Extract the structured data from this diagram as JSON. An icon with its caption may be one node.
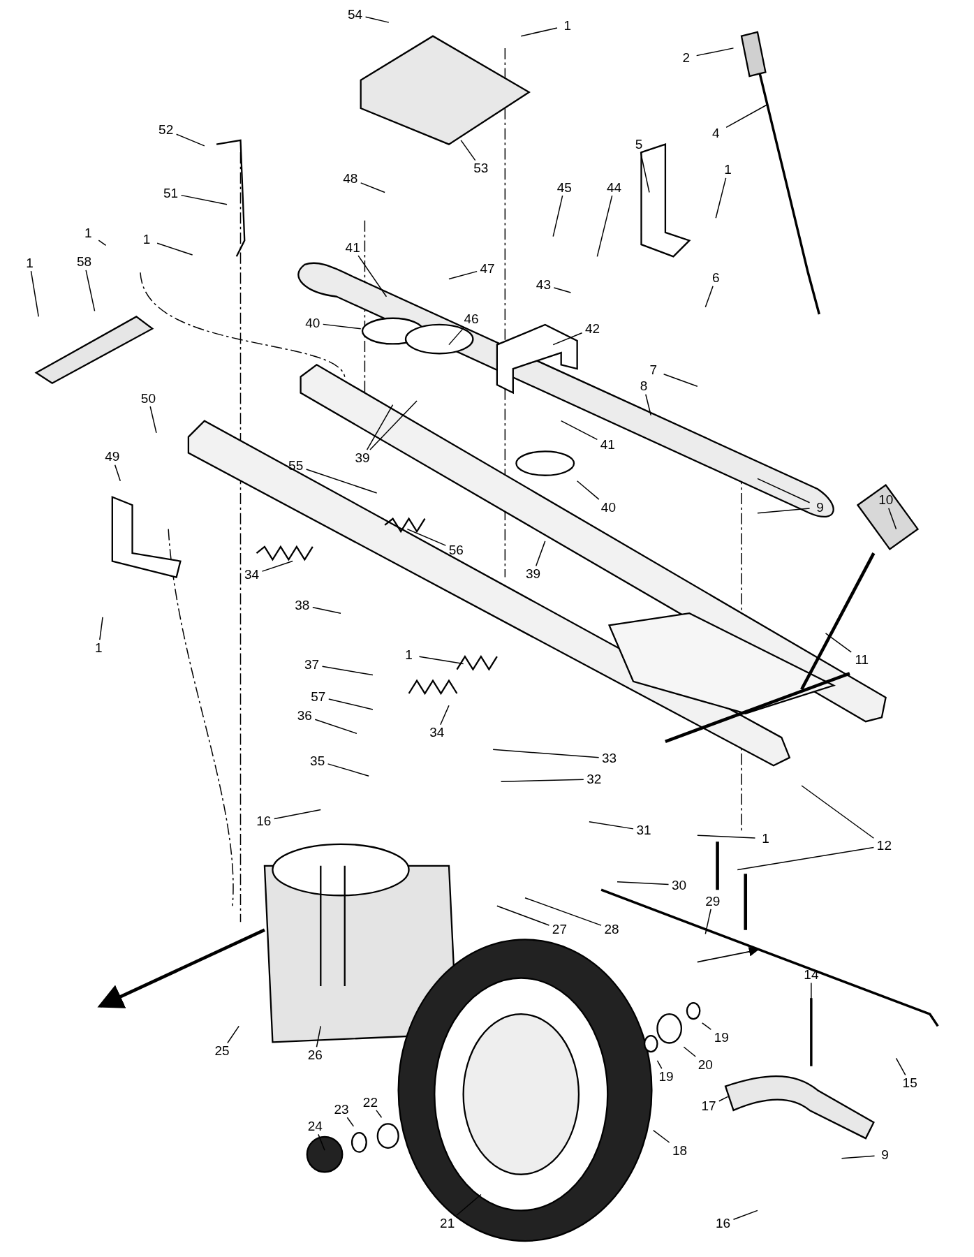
{
  "diagram": {
    "nodes": [
      {
        "text": [
          "54"
        ]
      },
      {
        "text": [
          "1"
        ]
      },
      {
        "text": [
          "2"
        ]
      },
      {
        "text": [
          "4"
        ]
      },
      {
        "text": [
          "52"
        ]
      },
      {
        "text": [
          "53"
        ]
      },
      {
        "text": [
          "5"
        ]
      },
      {
        "text": [
          "1"
        ]
      },
      {
        "text": [
          "48"
        ]
      },
      {
        "text": [
          "45"
        ]
      },
      {
        "text": [
          "44"
        ]
      },
      {
        "text": [
          "51"
        ]
      },
      {
        "text": [
          "1"
        ]
      },
      {
        "text": [
          "1"
        ]
      },
      {
        "text": [
          "1"
        ]
      },
      {
        "text": [
          "58"
        ]
      },
      {
        "text": [
          "41"
        ]
      },
      {
        "text": [
          "47"
        ]
      },
      {
        "text": [
          "43"
        ]
      },
      {
        "text": [
          "6"
        ]
      },
      {
        "text": [
          "42"
        ]
      },
      {
        "text": [
          "40"
        ]
      },
      {
        "text": [
          "46"
        ]
      },
      {
        "text": [
          "7"
        ]
      },
      {
        "text": [
          "8"
        ]
      },
      {
        "text": [
          "50"
        ]
      },
      {
        "text": [
          "49"
        ]
      },
      {
        "text": [
          "41"
        ]
      },
      {
        "text": [
          "39"
        ]
      },
      {
        "text": [
          "9"
        ]
      },
      {
        "text": [
          "10"
        ]
      },
      {
        "text": [
          "55"
        ]
      },
      {
        "text": [
          "40"
        ]
      },
      {
        "text": [
          "56"
        ]
      },
      {
        "text": [
          "39"
        ]
      },
      {
        "text": [
          "34"
        ]
      },
      {
        "text": [
          "38"
        ]
      },
      {
        "text": [
          "11"
        ]
      },
      {
        "text": [
          "1"
        ]
      },
      {
        "text": [
          "1"
        ]
      },
      {
        "text": [
          "37"
        ]
      },
      {
        "text": [
          "57"
        ]
      },
      {
        "text": [
          "36"
        ]
      },
      {
        "text": [
          "34"
        ]
      },
      {
        "text": [
          "33"
        ]
      },
      {
        "text": [
          "35"
        ]
      },
      {
        "text": [
          "32"
        ]
      },
      {
        "text": [
          "31"
        ]
      },
      {
        "text": [
          "16"
        ]
      },
      {
        "text": [
          "1"
        ]
      },
      {
        "text": [
          "12"
        ]
      },
      {
        "text": [
          "30"
        ]
      },
      {
        "text": [
          "29"
        ]
      },
      {
        "text": [
          "27"
        ]
      },
      {
        "text": [
          "28"
        ]
      },
      {
        "text": [
          "14"
        ]
      },
      {
        "text": [
          "25"
        ]
      },
      {
        "text": [
          "26"
        ]
      },
      {
        "text": [
          "19"
        ]
      },
      {
        "text": [
          "20"
        ]
      },
      {
        "text": [
          "19"
        ]
      },
      {
        "text": [
          "15"
        ]
      },
      {
        "text": [
          "24"
        ]
      },
      {
        "text": [
          "23"
        ]
      },
      {
        "text": [
          "22"
        ]
      },
      {
        "text": [
          "17"
        ]
      },
      {
        "text": [
          "9"
        ]
      },
      {
        "text": [
          "18"
        ]
      },
      {
        "text": [
          "21"
        ]
      },
      {
        "text": [
          "16"
        ]
      }
    ],
    "edges": [
      {
        "from": 0,
        "to": null,
        "arrow": "none"
      },
      {
        "from": 1,
        "to": null,
        "arrow": "none"
      },
      {
        "from": 2,
        "to": null,
        "arrow": "none"
      },
      {
        "from": 3,
        "to": null,
        "arrow": "none"
      },
      {
        "from": 4,
        "to": null,
        "arrow": "none"
      },
      {
        "from": 5,
        "to": null,
        "arrow": "none"
      },
      {
        "from": 6,
        "to": null,
        "arrow": "none"
      },
      {
        "from": 7,
        "to": null,
        "arrow": "none"
      },
      {
        "from": 8,
        "to": null,
        "arrow": "none"
      },
      {
        "from": 9,
        "to": null,
        "arrow": "none"
      },
      {
        "from": 10,
        "to": null,
        "arrow": "none"
      },
      {
        "from": 11,
        "to": null,
        "arrow": "none"
      },
      {
        "from": 12,
        "to": null,
        "arrow": "none"
      },
      {
        "from": 13,
        "to": null,
        "arrow": "none"
      },
      {
        "from": 14,
        "to": null,
        "arrow": "none"
      },
      {
        "from": 15,
        "to": null,
        "arrow": "none"
      },
      {
        "from": 16,
        "to": null,
        "arrow": "none"
      },
      {
        "from": 17,
        "to": null,
        "arrow": "none"
      },
      {
        "from": 18,
        "to": null,
        "arrow": "none"
      },
      {
        "from": 19,
        "to": null,
        "arrow": "none"
      },
      {
        "from": 20,
        "to": null,
        "arrow": "none"
      },
      {
        "from": 21,
        "to": null,
        "arrow": "none"
      },
      {
        "from": 22,
        "to": null,
        "arrow": "none"
      },
      {
        "from": 23,
        "to": null,
        "arrow": "none"
      },
      {
        "from": 24,
        "to": null,
        "arrow": "none"
      },
      {
        "from": 25,
        "to": null,
        "arrow": "none"
      },
      {
        "from": 26,
        "to": null,
        "arrow": "none"
      },
      {
        "from": 27,
        "to": null,
        "arrow": "none"
      },
      {
        "from": 28,
        "to": null,
        "arrow": "none"
      },
      {
        "from": 28,
        "to": null,
        "arrow": "none"
      },
      {
        "from": 29,
        "to": null,
        "arrow": "none"
      },
      {
        "from": 29,
        "to": null,
        "arrow": "none"
      },
      {
        "from": 30,
        "to": null,
        "arrow": "none"
      },
      {
        "from": 31,
        "to": null,
        "arrow": "none"
      },
      {
        "from": 32,
        "to": null,
        "arrow": "none"
      },
      {
        "from": 33,
        "to": null,
        "arrow": "none"
      },
      {
        "from": 34,
        "to": null,
        "arrow": "none"
      },
      {
        "from": 35,
        "to": null,
        "arrow": "none"
      },
      {
        "from": 36,
        "to": null,
        "arrow": "none"
      },
      {
        "from": 37,
        "to": null,
        "arrow": "none"
      },
      {
        "from": 38,
        "to": null,
        "arrow": "none"
      },
      {
        "from": 39,
        "to": null,
        "arrow": "none"
      },
      {
        "from": 40,
        "to": null,
        "arrow": "none"
      },
      {
        "from": 41,
        "to": null,
        "arrow": "none"
      },
      {
        "from": 42,
        "to": null,
        "arrow": "none"
      },
      {
        "from": 43,
        "to": null,
        "arrow": "none"
      },
      {
        "from": 44,
        "to": null,
        "arrow": "none"
      },
      {
        "from": 45,
        "to": null,
        "arrow": "none"
      },
      {
        "from": 46,
        "to": null,
        "arrow": "none"
      },
      {
        "from": 47,
        "to": null,
        "arrow": "none"
      },
      {
        "from": 48,
        "to": null,
        "arrow": "none"
      },
      {
        "from": 49,
        "to": null,
        "arrow": "none"
      },
      {
        "from": 50,
        "to": null,
        "arrow": "none"
      },
      {
        "from": 50,
        "to": null,
        "arrow": "none"
      },
      {
        "from": 51,
        "to": null,
        "arrow": "none"
      },
      {
        "from": 52,
        "to": null,
        "arrow": "none"
      },
      {
        "from": 53,
        "to": null,
        "arrow": "none"
      },
      {
        "from": 54,
        "to": null,
        "arrow": "none"
      },
      {
        "from": 55,
        "to": null,
        "arrow": "none"
      },
      {
        "from": 56,
        "to": null,
        "arrow": "none"
      },
      {
        "from": 57,
        "to": null,
        "arrow": "none"
      },
      {
        "from": 58,
        "to": null,
        "arrow": "none"
      },
      {
        "from": 59,
        "to": null,
        "arrow": "none"
      },
      {
        "from": 60,
        "to": null,
        "arrow": "none"
      },
      {
        "from": 61,
        "to": null,
        "arrow": "none"
      },
      {
        "from": 62,
        "to": null,
        "arrow": "none"
      },
      {
        "from": 63,
        "to": null,
        "arrow": "none"
      },
      {
        "from": 64,
        "to": null,
        "arrow": "none"
      },
      {
        "from": 65,
        "to": null,
        "arrow": "none"
      },
      {
        "from": 66,
        "to": null,
        "arrow": "none"
      },
      {
        "from": 67,
        "to": null,
        "arrow": "none"
      },
      {
        "from": 68,
        "to": null,
        "arrow": "none"
      },
      {
        "from": 69,
        "to": null,
        "arrow": "none"
      }
    ]
  }
}
